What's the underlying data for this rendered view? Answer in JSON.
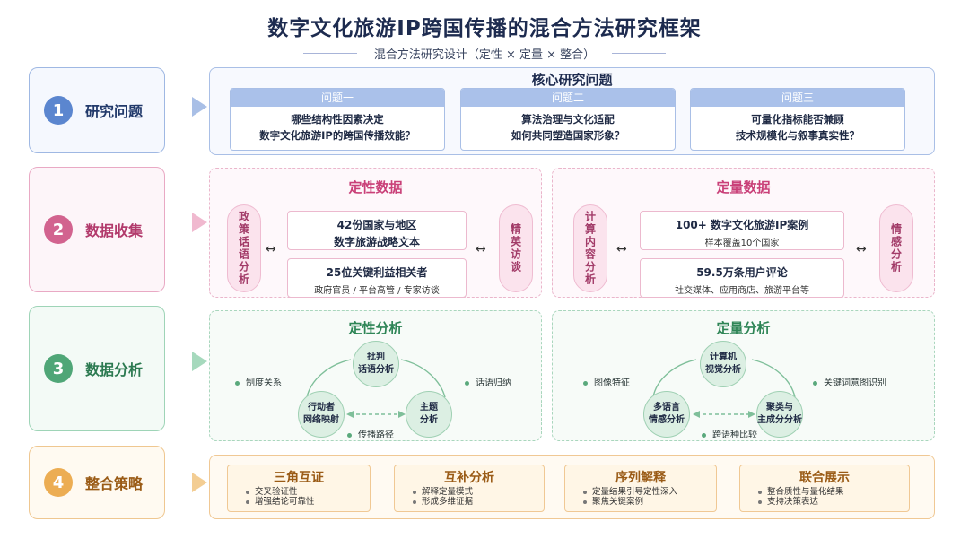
{
  "header": {
    "title": "数字文化旅游IP跨国传播的混合方法研究框架",
    "subtitle": "混合方法研究设计（定性 × 定量 × 整合）"
  },
  "stages": [
    {
      "num": "1",
      "label": "研究问题"
    },
    {
      "num": "2",
      "label": "数据收集"
    },
    {
      "num": "3",
      "label": "数据分析"
    },
    {
      "num": "4",
      "label": "整合策略"
    }
  ],
  "questions": {
    "title": "核心研究问题",
    "items": [
      {
        "head": "问题一",
        "line1": "哪些结构性因素决定",
        "line2": "数字文化旅游IP的跨国传播效能？"
      },
      {
        "head": "问题二",
        "line1": "算法治理与文化适配",
        "line2": "如何共同塑造国家形象？"
      },
      {
        "head": "问题三",
        "line1": "可量化指标能否兼顾",
        "line2": "技术规模化与叙事真实性？"
      }
    ]
  },
  "collection": {
    "qual": {
      "title": "定性数据",
      "left_pill": "政策话语分析",
      "right_pill": "精英访谈",
      "box1_main": "42份国家与地区",
      "box1_sub": "数字旅游战略文本",
      "box2_main": "25位关键利益相关者",
      "box2_sub": "政府官员 / 平台高管 / 专家访谈"
    },
    "quant": {
      "title": "定量数据",
      "left_pill": "计算内容分析",
      "right_pill": "情感分析",
      "box1_main": "100+ 数字文化旅游IP案例",
      "box1_sub": "样本覆盖10个国家",
      "box2_main": "59.5万条用户评论",
      "box2_sub": "社交媒体、应用商店、旅游平台等"
    },
    "arrow": "↔"
  },
  "analysis": {
    "qual": {
      "title": "定性分析",
      "top": [
        "批判",
        "话语分析"
      ],
      "left": [
        "行动者",
        "网络映射"
      ],
      "right": [
        "主题",
        "分析"
      ],
      "label_left": "制度关系",
      "label_right": "话语归纳",
      "label_bottom": "传播路径"
    },
    "quant": {
      "title": "定量分析",
      "top": [
        "计算机",
        "视觉分析"
      ],
      "left": [
        "多语言",
        "情感分析"
      ],
      "right": [
        "聚类与",
        "主成分分析"
      ],
      "label_left": "图像特征",
      "label_right": "关键词意图识别",
      "label_bottom": "跨语种比较"
    }
  },
  "integration": [
    {
      "title": "三角互证",
      "points": [
        "交叉验证性",
        "增强结论可靠性"
      ]
    },
    {
      "title": "互补分析",
      "points": [
        "解释定量模式",
        "形成多维证据"
      ]
    },
    {
      "title": "序列解释",
      "points": [
        "定量结果引导定性深入",
        "聚焦关键案例"
      ]
    },
    {
      "title": "联合展示",
      "points": [
        "整合质性与量化结果",
        "支持决策表达"
      ]
    }
  ],
  "colors": {
    "stage1": "#5b86cf",
    "stage2": "#d2638f",
    "stage3": "#4fa677",
    "stage4": "#ecad53"
  }
}
